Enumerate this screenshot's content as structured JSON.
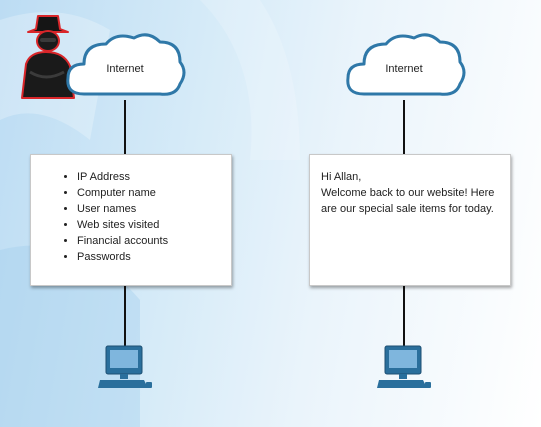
{
  "left": {
    "cloud_label": "Internet",
    "items": [
      "IP Address",
      "Computer name",
      "User names",
      "Web sites visited",
      "Financial accounts",
      "Passwords"
    ]
  },
  "right": {
    "cloud_label": "Internet",
    "greeting": "Hi Allan,",
    "message": "Welcome back to our website! Here are our special sale items for today."
  },
  "colors": {
    "cloud_stroke": "#2f78a8",
    "pc_blue": "#2a6f9c",
    "hacker_outline": "#d9262a"
  }
}
